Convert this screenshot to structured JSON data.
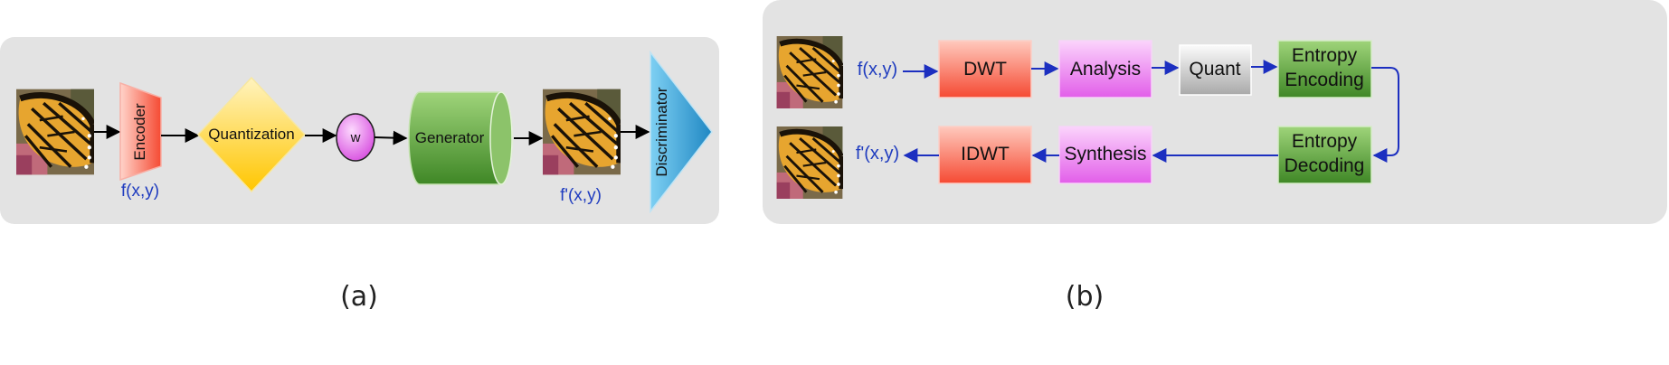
{
  "panel_a": {
    "caption": "(a)",
    "nodes": {
      "encoder": "Encoder",
      "quantization": "Quantization",
      "w": "w",
      "generator": "Generator",
      "discriminator": "Discriminator"
    },
    "labels": {
      "input": "f(x,y)",
      "output": "f'(x,y)"
    }
  },
  "panel_b": {
    "caption": "(b)",
    "nodes": {
      "dwt": "DWT",
      "analysis": "Analysis",
      "quant": "Quant",
      "entropy_encoding_1": "Entropy",
      "entropy_encoding_2": "Encoding",
      "entropy_decoding_1": "Entropy",
      "entropy_decoding_2": "Decoding",
      "synthesis": "Synthesis",
      "idwt": "IDWT"
    },
    "labels": {
      "input": "f(x,y)",
      "output": "f'(x,y)"
    }
  },
  "colors": {
    "panel_bg": "#e3e3e3",
    "red_box": "#f96a55",
    "pink_box": "#ea8ef0",
    "gray_box": "#c8c8c8",
    "green_box": "#6aaa45",
    "yellow": "#ffd94d",
    "blue_arrow": "#1c2fc0",
    "blue_text": "#1f3cbf",
    "cyan": "#3ba6d8"
  }
}
